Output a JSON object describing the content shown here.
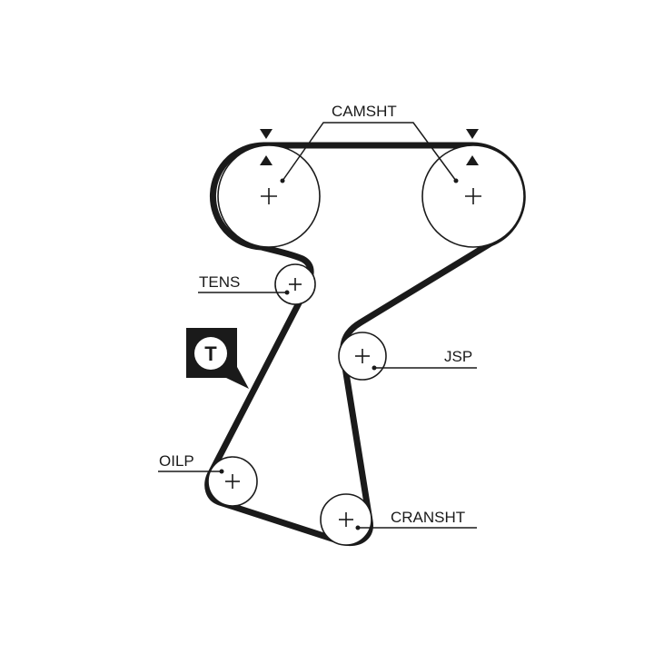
{
  "labels": {
    "camshaft": "CAMSHT",
    "tensioner": "TENS",
    "jackshaft": "JSP",
    "oil_pump": "OILP",
    "crankshaft": "CRANSHT"
  },
  "badge": {
    "letter": "T",
    "icon": "tensioner-badge-icon"
  },
  "colors": {
    "ink": "#1a1a1a",
    "background": "#ffffff"
  }
}
